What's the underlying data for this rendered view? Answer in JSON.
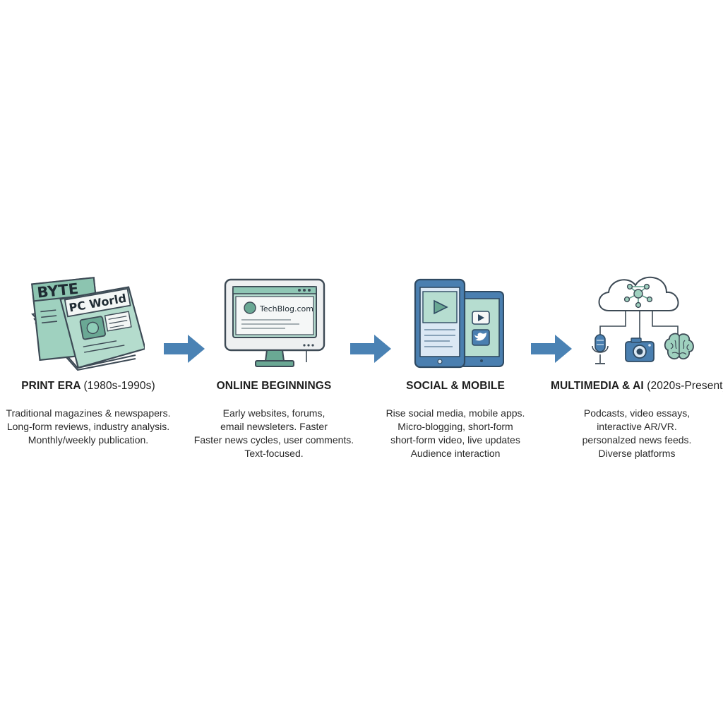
{
  "colors": {
    "teal": "#9fd1bf",
    "teal_dark": "#5f9f8c",
    "blue": "#4a7fb0",
    "blue_light": "#dbe8f4",
    "arrow": "#4a82b4",
    "ink": "#3d4a55"
  },
  "stages": [
    {
      "title": "PRINT ERA",
      "era": "(1980s-1990s)",
      "icon": "magazine-stack-icon",
      "magazine_titles": [
        "BYTE",
        "PC World"
      ],
      "lines": [
        "Traditional magazines & newspapers.",
        "Long-form reviews, industry analysis.",
        "Monthly/weekly publication."
      ]
    },
    {
      "title": "ONLINE BEGINNINGS",
      "era": "",
      "icon": "desktop-monitor-icon",
      "site_name": "TechBlog.com",
      "lines": [
        "Early websites, forums,",
        "email newsleters. Faster",
        "Faster news cycles, user comments.",
        "Text-focused."
      ]
    },
    {
      "title": "SOCIAL & MOBILE",
      "era": "",
      "icon": "tablet-and-phone-icon",
      "lines": [
        "Rise social media, mobile apps.",
        "Micro-blogging, short-form",
        "short-form video, live updates",
        "Audience interaction"
      ]
    },
    {
      "title": "MULTIMEDIA & AI",
      "era": "(2020s-Present)",
      "icon": "cloud-network-icon",
      "lines": [
        "Podcasts, video essays,",
        "interactive AR/VR.",
        "personalzed news feeds.",
        "Diverse platforms"
      ]
    }
  ]
}
